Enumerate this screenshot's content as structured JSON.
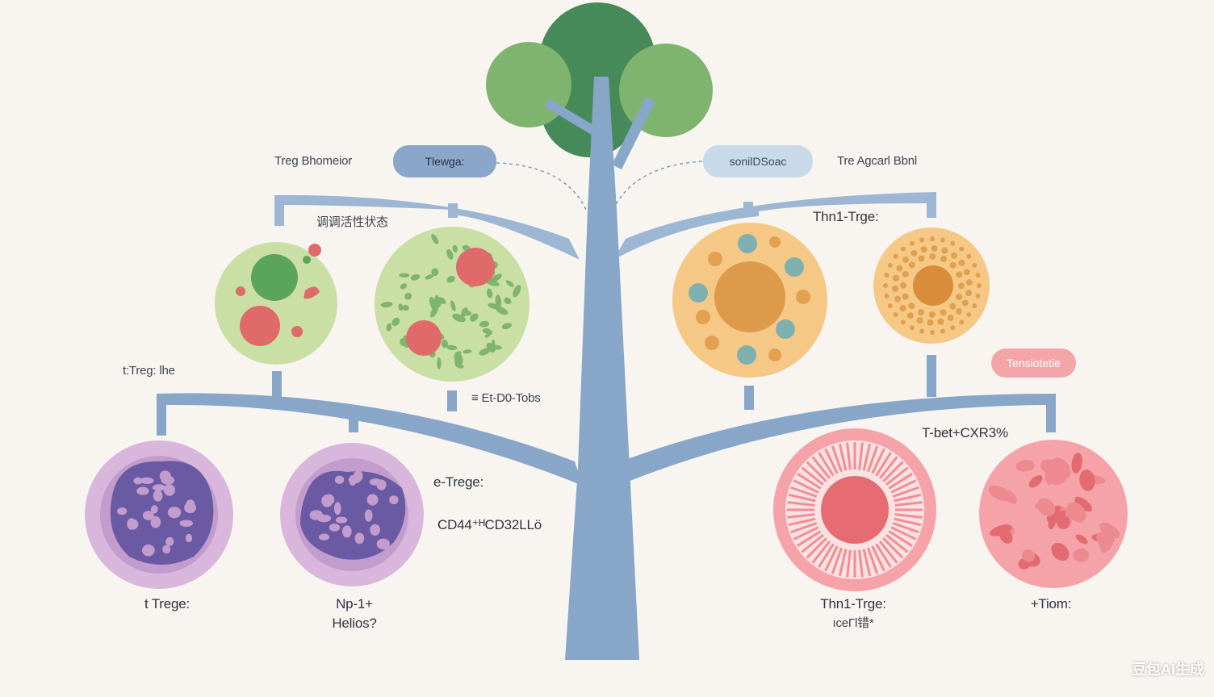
{
  "colors": {
    "background": "#f8f5f0",
    "trunk": "#87a6c8",
    "canopy_dark": "#468a5a",
    "canopy_light": "#7fb46f",
    "green_cell": "#c9dfa3",
    "orange_cell": "#f5c886",
    "purple_cell": "#d9b6dc",
    "pink_cell": "#f5a3a8",
    "pill_blue": "#8aa6c8",
    "pill_lightblue": "#c8daea",
    "pill_pink": "#f4a5a8"
  },
  "labels": {
    "top_left": "Treg Bhomeior",
    "pill_left": "Tlewga:",
    "pill_right": "sonilDSoac",
    "top_right": "Tre Agcarl Bbnl",
    "green_state": "调调活性状态",
    "th1_top": "Thn1-Trge:",
    "pill_pink": "Tensiotetie",
    "ttreg_left": "t:Treg: lhe",
    "ed0": "≡ Et-D0-Tobs",
    "tbet": "T-bet+CXR3%",
    "etrege": "e-Trege:",
    "cd44": "CD44⁺ᴴCD32LLö",
    "bottom_ttrege": "t Trege:",
    "np1": "Np-1+",
    "helios": "Helios?",
    "th1_bottom": "Thn1-Trge:",
    "th1_sub": "ıceΓl错*",
    "ttem": "+Tiom:"
  },
  "watermark": "豆包AI生成"
}
